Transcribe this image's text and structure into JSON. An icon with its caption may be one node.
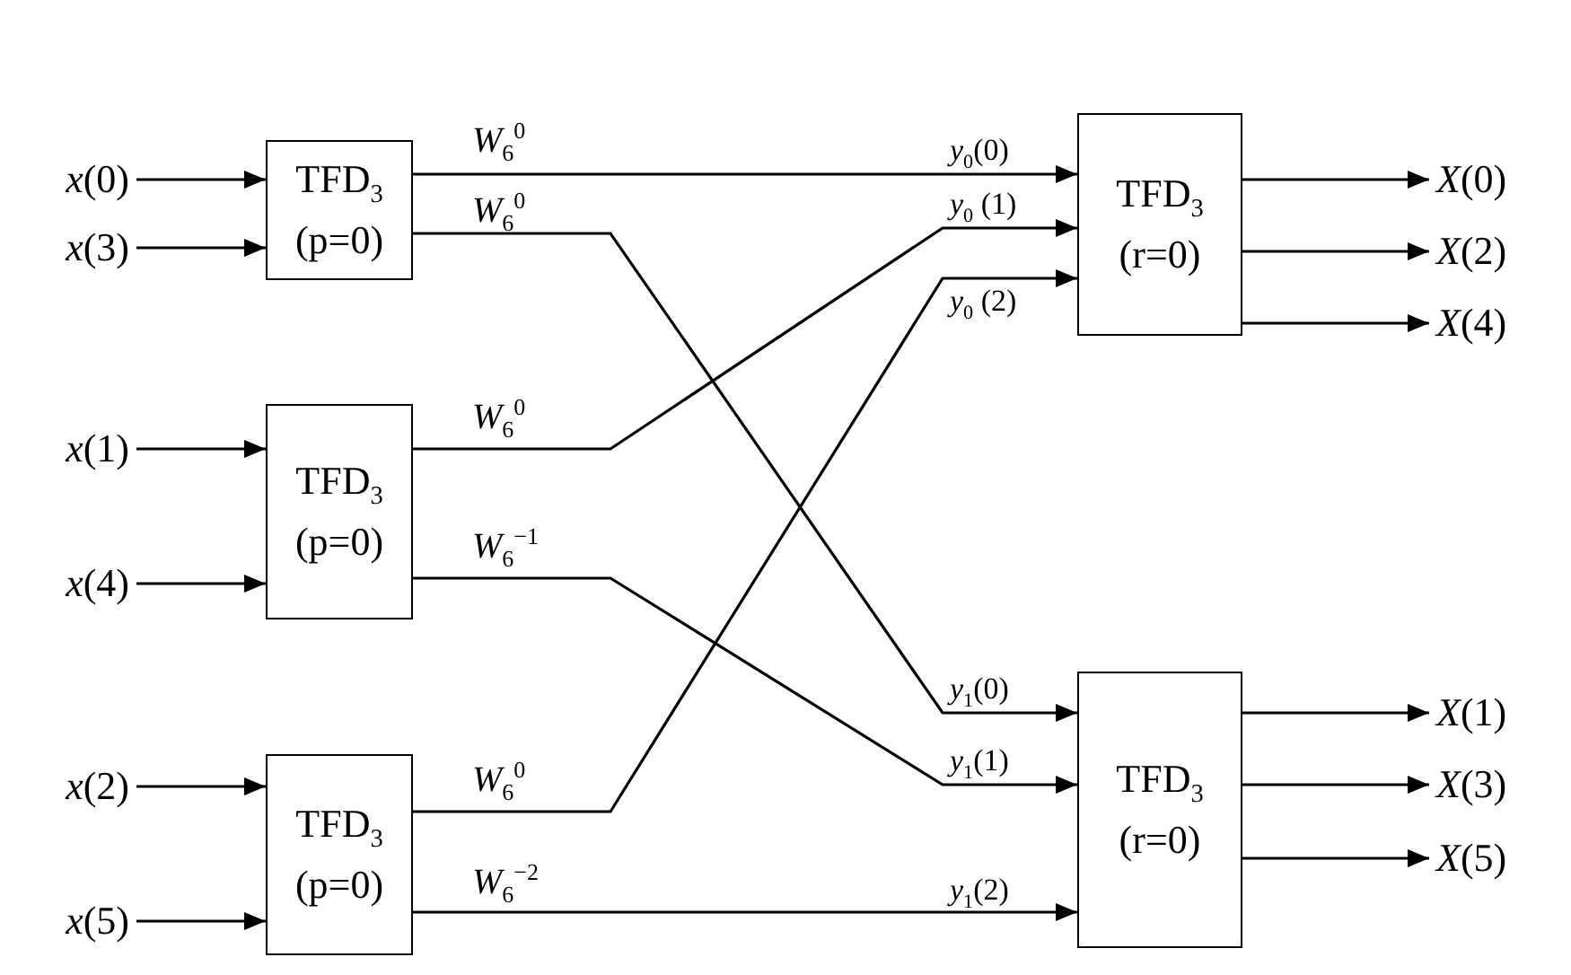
{
  "diagram": {
    "nodes": [
      {
        "text": [
          "*x*(0)"
        ]
      },
      {
        "text": [
          "*x*(3)"
        ]
      },
      {
        "text": [
          "*x*(1)"
        ]
      },
      {
        "text": [
          "*x*(4)"
        ]
      },
      {
        "text": [
          "*x*(2)"
        ]
      },
      {
        "text": [
          "*x*(5)"
        ]
      },
      {
        "text": [
          "TFD$_{3}$ (p=0)"
        ]
      },
      {
        "text": [
          "TFD$_{3}$ (p=0)"
        ]
      },
      {
        "text": [
          "TFD$_{3}$ (p=0)"
        ]
      },
      {
        "text": [
          "TFD$_{3}$ (r=0)"
        ]
      },
      {
        "text": [
          "TFD$_{3}$ (r=0)"
        ]
      },
      {
        "text": [
          "*X*(0)"
        ]
      },
      {
        "text": [
          "*X*(2)"
        ]
      },
      {
        "text": [
          "*X*(4)"
        ]
      },
      {
        "text": [
          "*X*(1)"
        ]
      },
      {
        "text": [
          "*X*(3)"
        ]
      },
      {
        "text": [
          "*X*(5)"
        ]
      }
    ],
    "edges": [
      {
        "from": 0,
        "to": 6,
        "arrow": "to"
      },
      {
        "from": 1,
        "to": 6,
        "arrow": "to"
      },
      {
        "from": 2,
        "to": 7,
        "arrow": "to"
      },
      {
        "from": 3,
        "to": 7,
        "arrow": "to"
      },
      {
        "from": 4,
        "to": 8,
        "arrow": "to"
      },
      {
        "from": 5,
        "to": 8,
        "arrow": "to"
      },
      {
        "from": 6,
        "to": 9,
        "arrow": "to",
        "label": "*W*$_{6}$$^{0}$"
      },
      {
        "from": 6,
        "to": 10,
        "arrow": "to",
        "label": "*W*$_{6}$$^{0}$"
      },
      {
        "from": 7,
        "to": 9,
        "arrow": "to",
        "label": "*W*$_{6}$$^{0}$"
      },
      {
        "from": 7,
        "to": 10,
        "arrow": "to",
        "label": "*W*$_{6}$$^{−1}$"
      },
      {
        "from": 8,
        "to": 9,
        "arrow": "to",
        "label": "*W*$_{6}$$^{0}$"
      },
      {
        "from": 8,
        "to": 10,
        "arrow": "to",
        "label": "*W*$_{6}$$^{−2}$"
      },
      {
        "from": 9,
        "to": 11,
        "arrow": "to"
      },
      {
        "from": 9,
        "to": 12,
        "arrow": "to"
      },
      {
        "from": 9,
        "to": 13,
        "arrow": "to"
      },
      {
        "from": 10,
        "to": 14,
        "arrow": "to"
      },
      {
        "from": 10,
        "to": 15,
        "arrow": "to"
      },
      {
        "from": 10,
        "to": 16,
        "arrow": "to"
      }
    ],
    "labels": [
      "*y*$_{0}$(0)",
      "*y*$_{0}$ (1)",
      "*y*$_{0}$ (2)",
      "*y*$_{1}$(0)",
      "*y*$_{1}$(1)",
      "*y*$_{1}$(2)"
    ]
  }
}
